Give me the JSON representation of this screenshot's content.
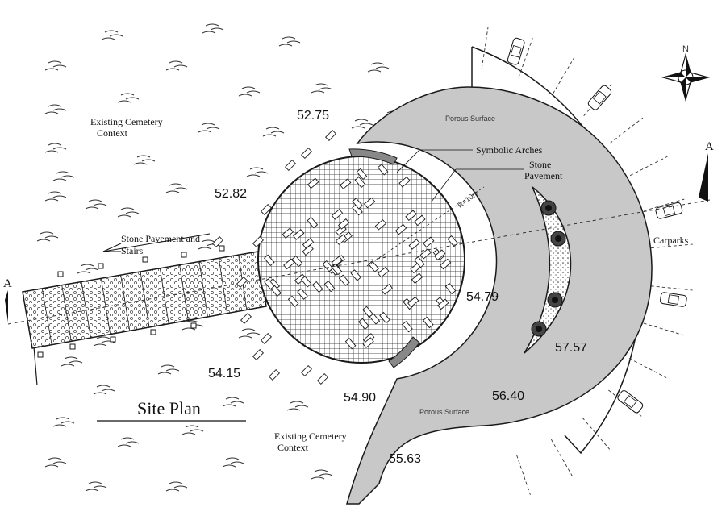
{
  "title": "Site Plan",
  "labels": {
    "cemetery_top": [
      "Existing Cemetery",
      "Context"
    ],
    "cemetery_bottom": [
      "Existing Cemetery",
      "Context"
    ],
    "stone_stairs": [
      "Stone Pavement and",
      "Stairs"
    ],
    "symbolic_arches": "Symbolic Arches",
    "stone_pavement": [
      "Stone",
      "Pavement"
    ],
    "radius": "R=10m",
    "porous_top": "Porous Surface",
    "porous_bottom": "Porous Surface",
    "carparks": "Carparks",
    "north": "N",
    "section_right": "A",
    "section_left": "A"
  },
  "elevations": {
    "e1": "52.75",
    "e2": "52.82",
    "e3": "54.79",
    "e4": "57.57",
    "e5": "54.15",
    "e6": "54.90",
    "e7": "56.40",
    "e8": "55.63"
  },
  "colors": {
    "porous_fill": "#c8c8c8",
    "line": "#1a1a1a",
    "paper": "#ffffff"
  }
}
